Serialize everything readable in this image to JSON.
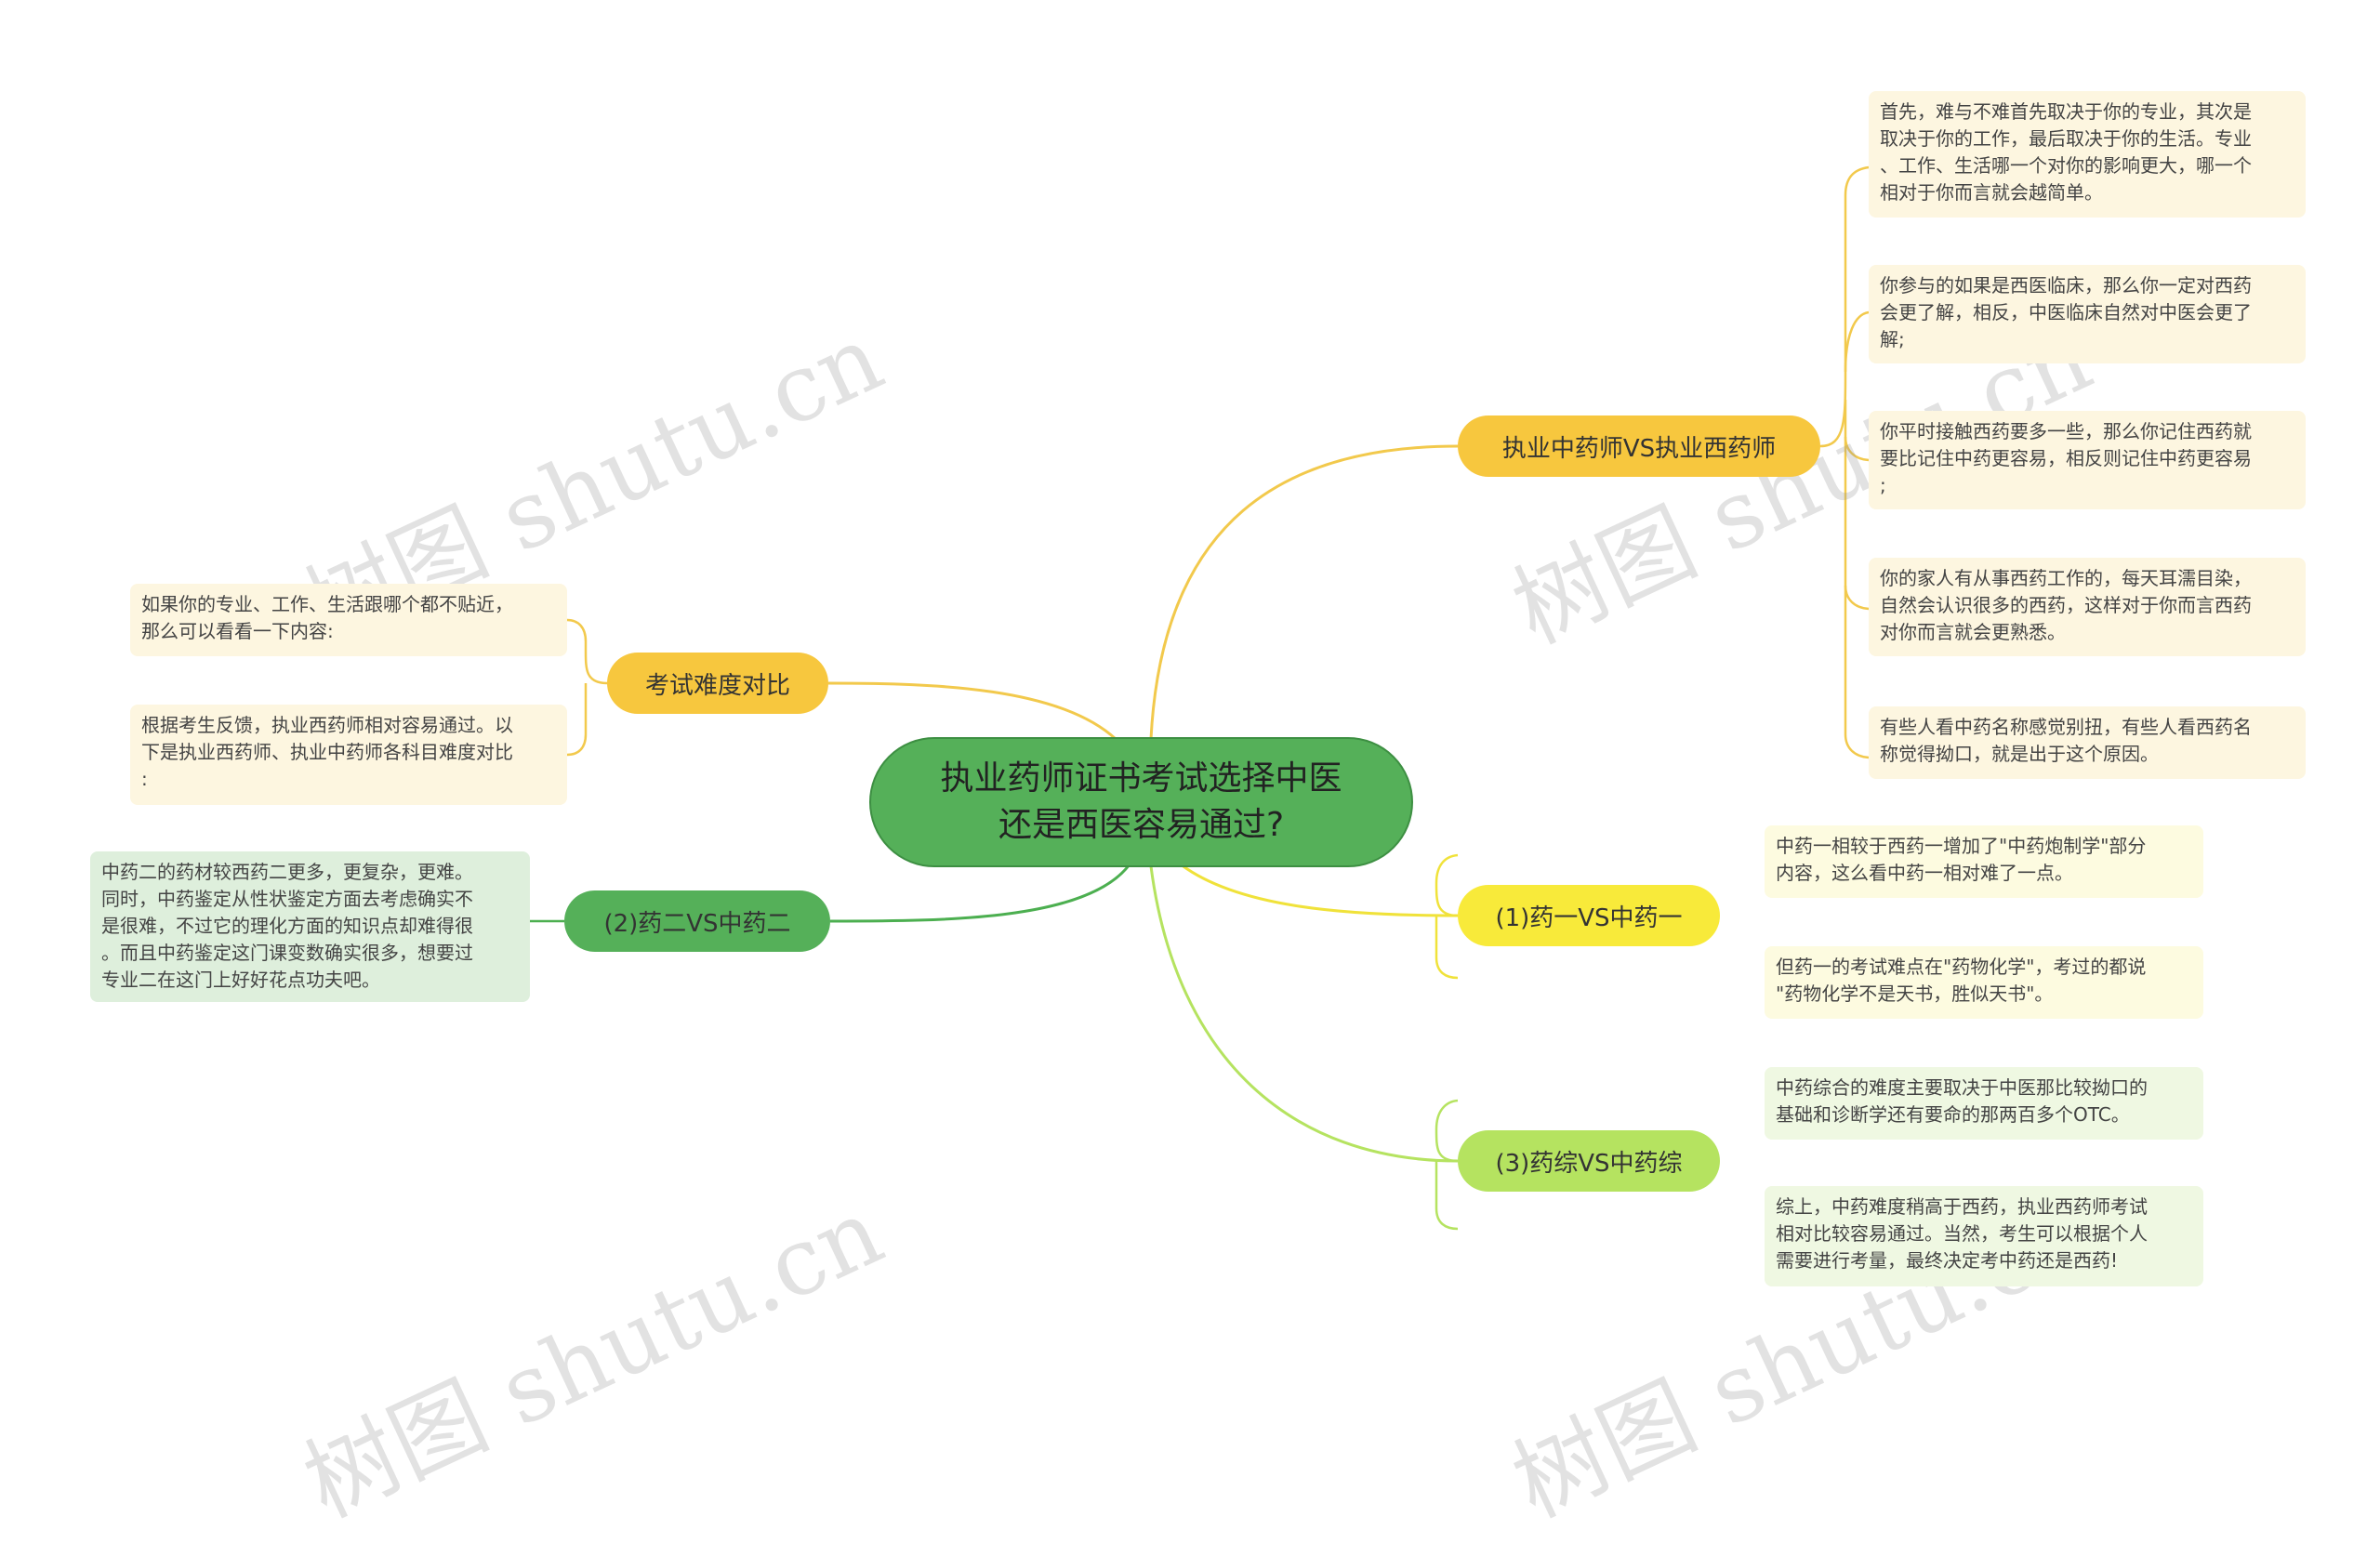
{
  "root": {
    "title": "执业药师证书考试选择中医还是西医容易通过?"
  },
  "branches": {
    "b1": {
      "label": "执业中药师VS执业西药师",
      "leaves": [
        "首先，难与不难首先取决于你的专业，其次是\n取决于你的工作，最后取决于你的生活。专业\n、工作、生活哪一个对你的影响更大，哪一个\n相对于你而言就会越简单。",
        "你参与的如果是西医临床，那么你一定对西药\n会更了解，相反，中医临床自然对中医会更了\n解;",
        "你平时接触西药要多一些，那么你记住西药就\n要比记住中药更容易，相反则记住中药更容易\n;",
        "你的家人有从事西药工作的，每天耳濡目染，\n自然会认识很多的西药，这样对于你而言西药\n对你而言就会更熟悉。",
        "有些人看中药名称感觉别扭，有些人看西药名\n称觉得拗口，就是出于这个原因。"
      ]
    },
    "b2": {
      "label": "考试难度对比",
      "leaves": [
        "如果你的专业、工作、生活跟哪个都不贴近，\n那么可以看看一下内容:",
        "根据考生反馈，执业西药师相对容易通过。以\n下是执业西药师、执业中药师各科目难度对比\n:"
      ]
    },
    "b3": {
      "label": "(2)药二VS中药二",
      "leaves": [
        "中药二的药材较西药二更多，更复杂，更难。\n同时，中药鉴定从性状鉴定方面去考虑确实不\n是很难，不过它的理化方面的知识点却难得很\n。而且中药鉴定这门课变数确实很多，想要过\n专业二在这门上好好花点功夫吧。"
      ]
    },
    "b4": {
      "label": "(1)药一VS中药一",
      "leaves": [
        "中药一相较于西药一增加了\"中药炮制学\"部分\n内容，这么看中药一相对难了一点。",
        "但药一的考试难点在\"药物化学\"，考过的都说\n\"药物化学不是天书，胜似天书\"。"
      ]
    },
    "b5": {
      "label": "(3)药综VS中药综",
      "leaves": [
        "中药综合的难度主要取决于中医那比较拗口的\n基础和诊断学还有要命的那两百多个OTC。",
        "综上，中药难度稍高于西药，执业西药师考试\n相对比较容易通过。当然，考生可以根据个人\n需要进行考量，最终决定考中药还是西药!"
      ]
    }
  },
  "watermark": "树图 shutu.cn",
  "colors": {
    "root": "#55b059",
    "orange": "#f7c73e",
    "green": "#55b059",
    "yellow": "#f8ea3a",
    "lime": "#b5e360"
  }
}
